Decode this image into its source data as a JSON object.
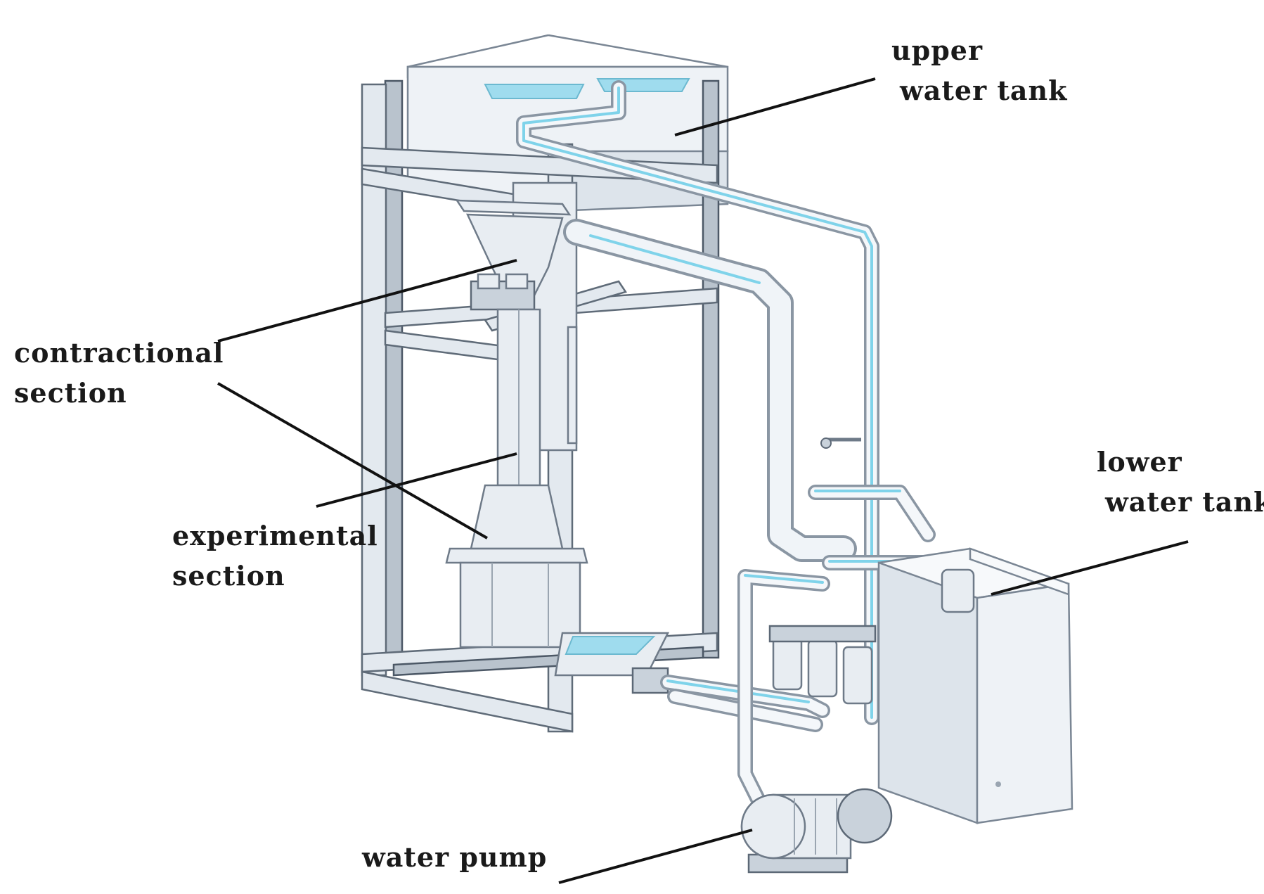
{
  "labels": {
    "upper_tank_line1": "upper",
    "upper_tank_line2": "water tank",
    "contraction_line1": "contractional",
    "contraction_line2": "section",
    "experimental_line1": "experimental",
    "experimental_line2": "section",
    "lower_tank_line1": "lower",
    "lower_tank_line2": "water tank",
    "pump": "water pump"
  },
  "colors": {
    "water": "#7fd3ea",
    "frame": "#5f6b78",
    "leader": "#111111"
  }
}
